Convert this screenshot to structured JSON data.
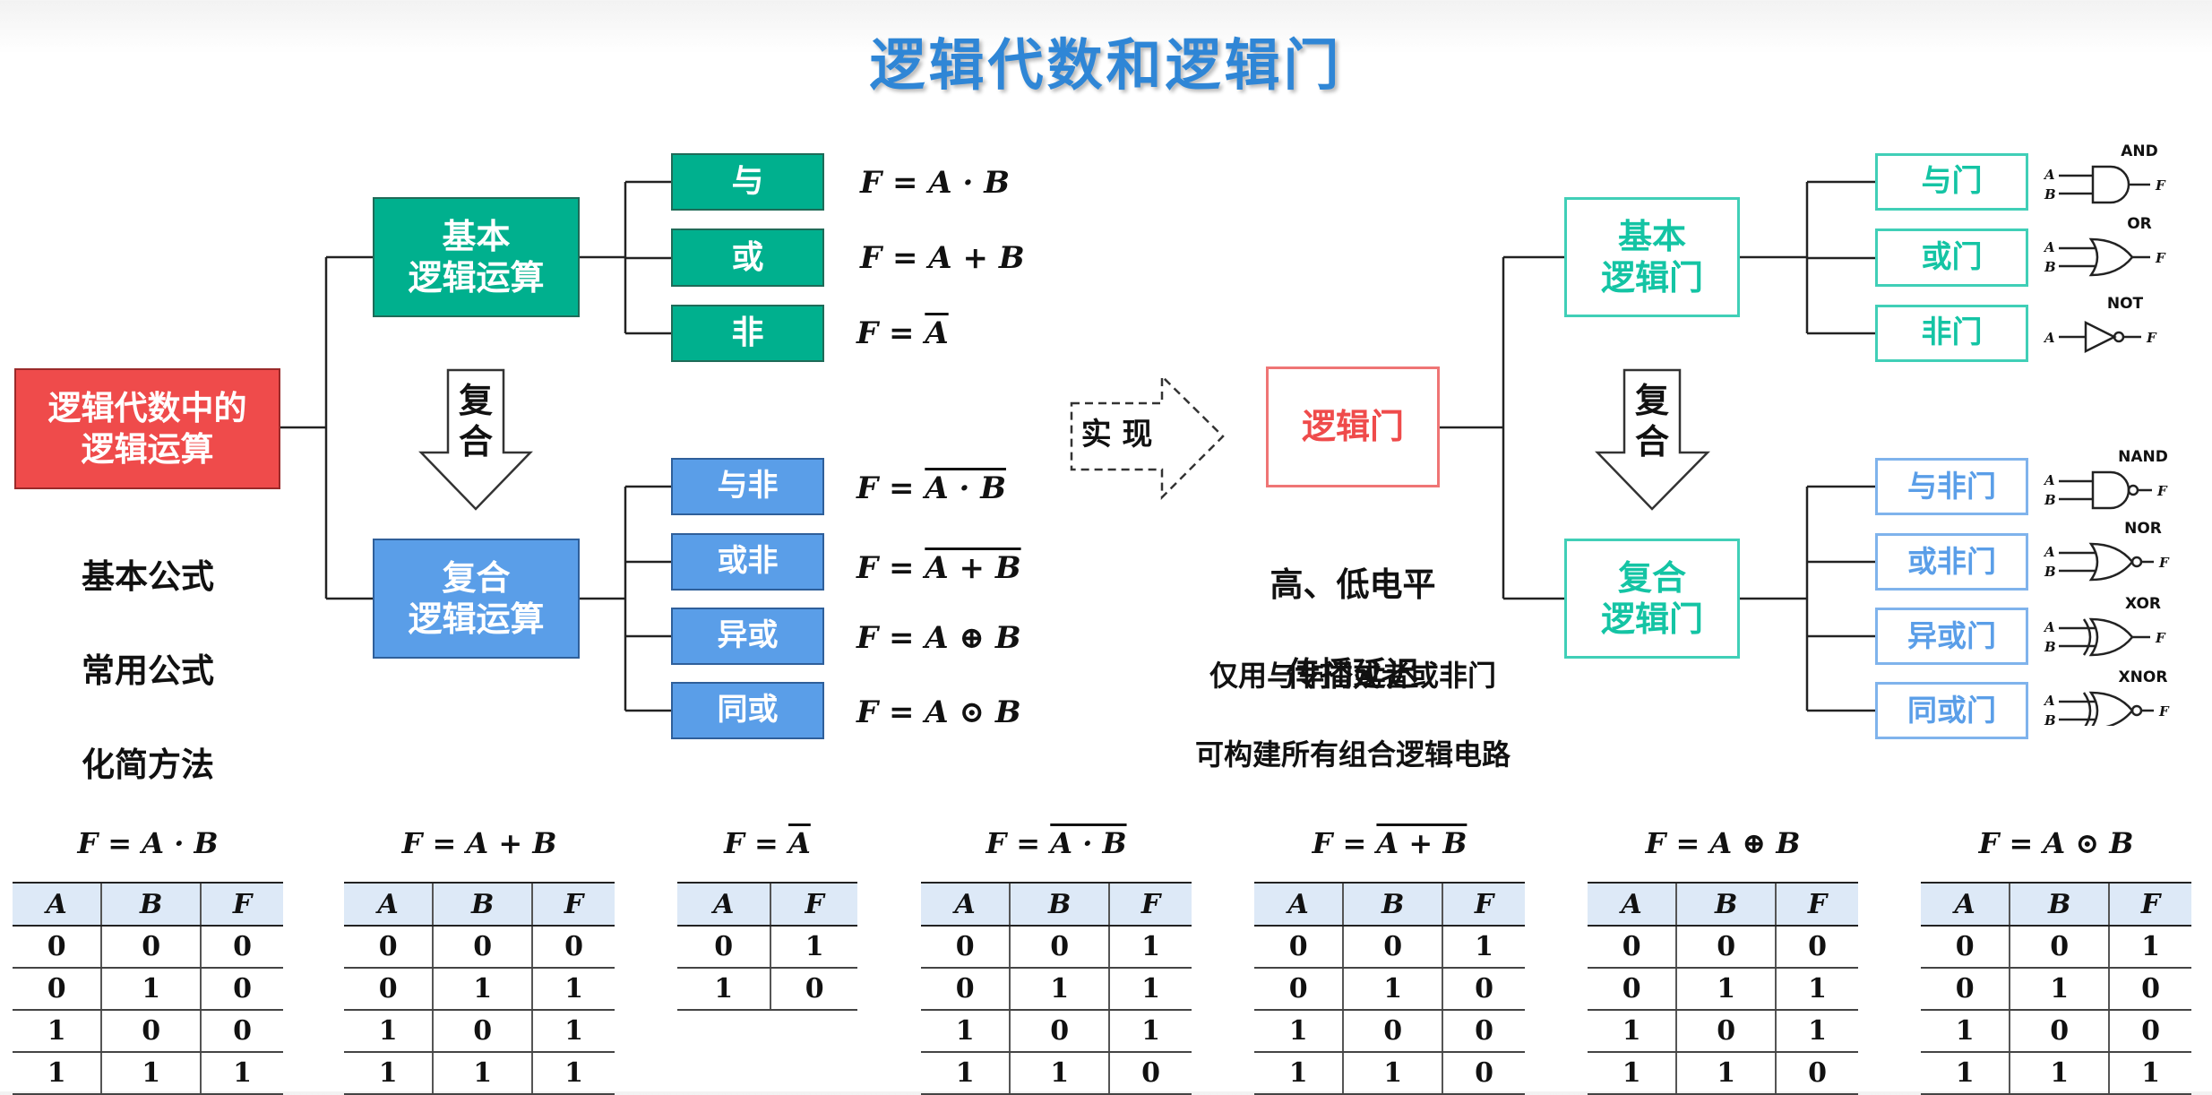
{
  "title": "逻辑代数和逻辑门",
  "left_root": {
    "label": "逻辑代数中的\n逻辑运算",
    "notes": [
      "基本公式",
      "常用公式",
      "化简方法"
    ]
  },
  "basic_ops": {
    "label": "基本\n逻辑运算",
    "items": [
      {
        "label": "与",
        "formula": "F = A · B"
      },
      {
        "label": "或",
        "formula": "F = A + B"
      },
      {
        "label": "非",
        "formula_prefix": "F = ",
        "formula_over": "A"
      }
    ]
  },
  "compound_ops": {
    "label": "复合\n逻辑运算",
    "items": [
      {
        "label": "与非",
        "formula_prefix": "F = ",
        "formula_over": "A · B"
      },
      {
        "label": "或非",
        "formula_prefix": "F = ",
        "formula_over": "A + B"
      },
      {
        "label": "异或",
        "formula": "F = A ⊕ B"
      },
      {
        "label": "同或",
        "formula": "F = A ⊙ B"
      }
    ]
  },
  "compound_arrow_left": "复\n合",
  "implement_arrow": "实 现",
  "right_root": {
    "label": "逻辑门",
    "notes": [
      "高、低电平",
      "传播延迟"
    ],
    "note2": [
      "仅用与非门或者或非门",
      "可构建所有组合逻辑电路"
    ]
  },
  "compound_arrow_right": "复\n合",
  "basic_gates": {
    "label": "基本\n逻辑门",
    "items": [
      {
        "label": "与门",
        "symbol": "AND"
      },
      {
        "label": "或门",
        "symbol": "OR"
      },
      {
        "label": "非门",
        "symbol": "NOT"
      }
    ]
  },
  "compound_gates": {
    "label": "复合\n逻辑门",
    "items": [
      {
        "label": "与非门",
        "symbol": "NAND"
      },
      {
        "label": "或非门",
        "symbol": "NOR"
      },
      {
        "label": "异或门",
        "symbol": "XOR"
      },
      {
        "label": "同或门",
        "symbol": "XNOR"
      }
    ]
  },
  "gate_pins": {
    "a": "A",
    "b": "B",
    "f": "F"
  },
  "truth_tables": [
    {
      "formula": "F = A · B",
      "headers": [
        "A",
        "B",
        "F"
      ],
      "rows": [
        [
          "0",
          "0",
          "0"
        ],
        [
          "0",
          "1",
          "0"
        ],
        [
          "1",
          "0",
          "0"
        ],
        [
          "1",
          "1",
          "1"
        ]
      ]
    },
    {
      "formula": "F = A + B",
      "headers": [
        "A",
        "B",
        "F"
      ],
      "rows": [
        [
          "0",
          "0",
          "0"
        ],
        [
          "0",
          "1",
          "1"
        ],
        [
          "1",
          "0",
          "1"
        ],
        [
          "1",
          "1",
          "1"
        ]
      ]
    },
    {
      "formula_prefix": "F = ",
      "formula_over": "A",
      "headers": [
        "A",
        "F"
      ],
      "rows": [
        [
          "0",
          "1"
        ],
        [
          "1",
          "0"
        ]
      ]
    },
    {
      "formula_prefix": "F = ",
      "formula_over": "A · B",
      "headers": [
        "A",
        "B",
        "F"
      ],
      "rows": [
        [
          "0",
          "0",
          "1"
        ],
        [
          "0",
          "1",
          "1"
        ],
        [
          "1",
          "0",
          "1"
        ],
        [
          "1",
          "1",
          "0"
        ]
      ]
    },
    {
      "formula_prefix": "F = ",
      "formula_over": "A + B",
      "headers": [
        "A",
        "B",
        "F"
      ],
      "rows": [
        [
          "0",
          "0",
          "1"
        ],
        [
          "0",
          "1",
          "0"
        ],
        [
          "1",
          "0",
          "0"
        ],
        [
          "1",
          "1",
          "0"
        ]
      ]
    },
    {
      "formula": "F = A ⊕ B",
      "headers": [
        "A",
        "B",
        "F"
      ],
      "rows": [
        [
          "0",
          "0",
          "0"
        ],
        [
          "0",
          "1",
          "1"
        ],
        [
          "1",
          "0",
          "1"
        ],
        [
          "1",
          "1",
          "0"
        ]
      ]
    },
    {
      "formula": "F = A ⊙ B",
      "headers": [
        "A",
        "B",
        "F"
      ],
      "rows": [
        [
          "0",
          "0",
          "1"
        ],
        [
          "0",
          "1",
          "0"
        ],
        [
          "1",
          "0",
          "0"
        ],
        [
          "1",
          "1",
          "1"
        ]
      ]
    }
  ]
}
